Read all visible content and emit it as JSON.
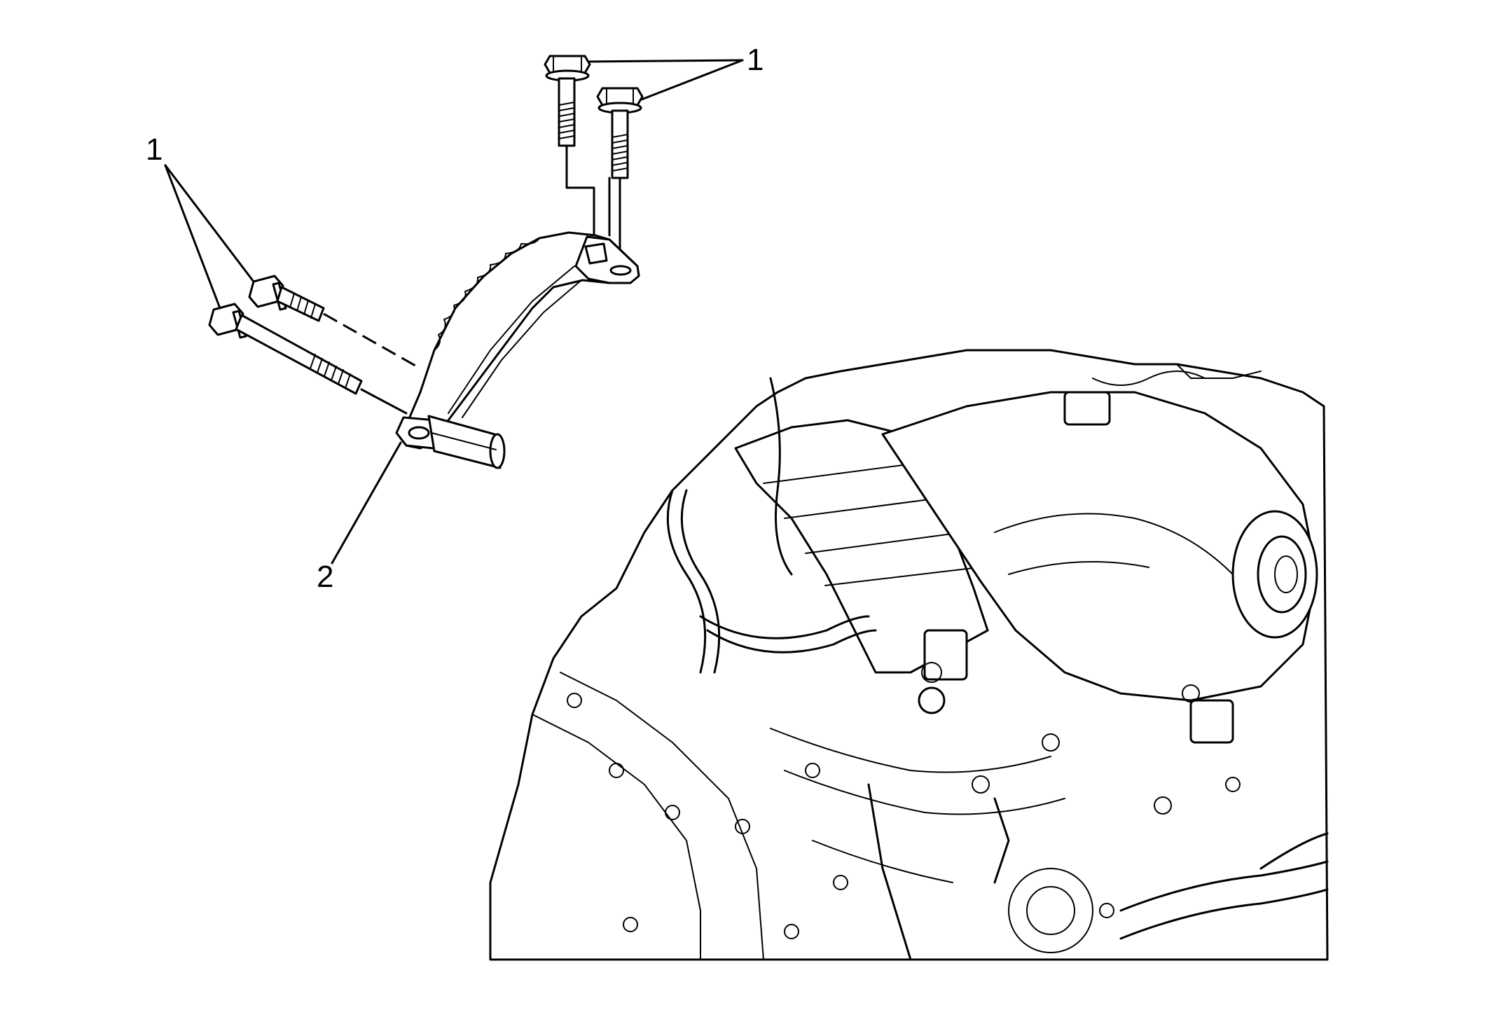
{
  "callouts": [
    {
      "id": "bolts-top",
      "label": "1"
    },
    {
      "id": "bolts-left",
      "label": "1"
    },
    {
      "id": "bracket",
      "label": "2"
    }
  ],
  "colors": {
    "ink": "#000000",
    "background": "#ffffff"
  }
}
